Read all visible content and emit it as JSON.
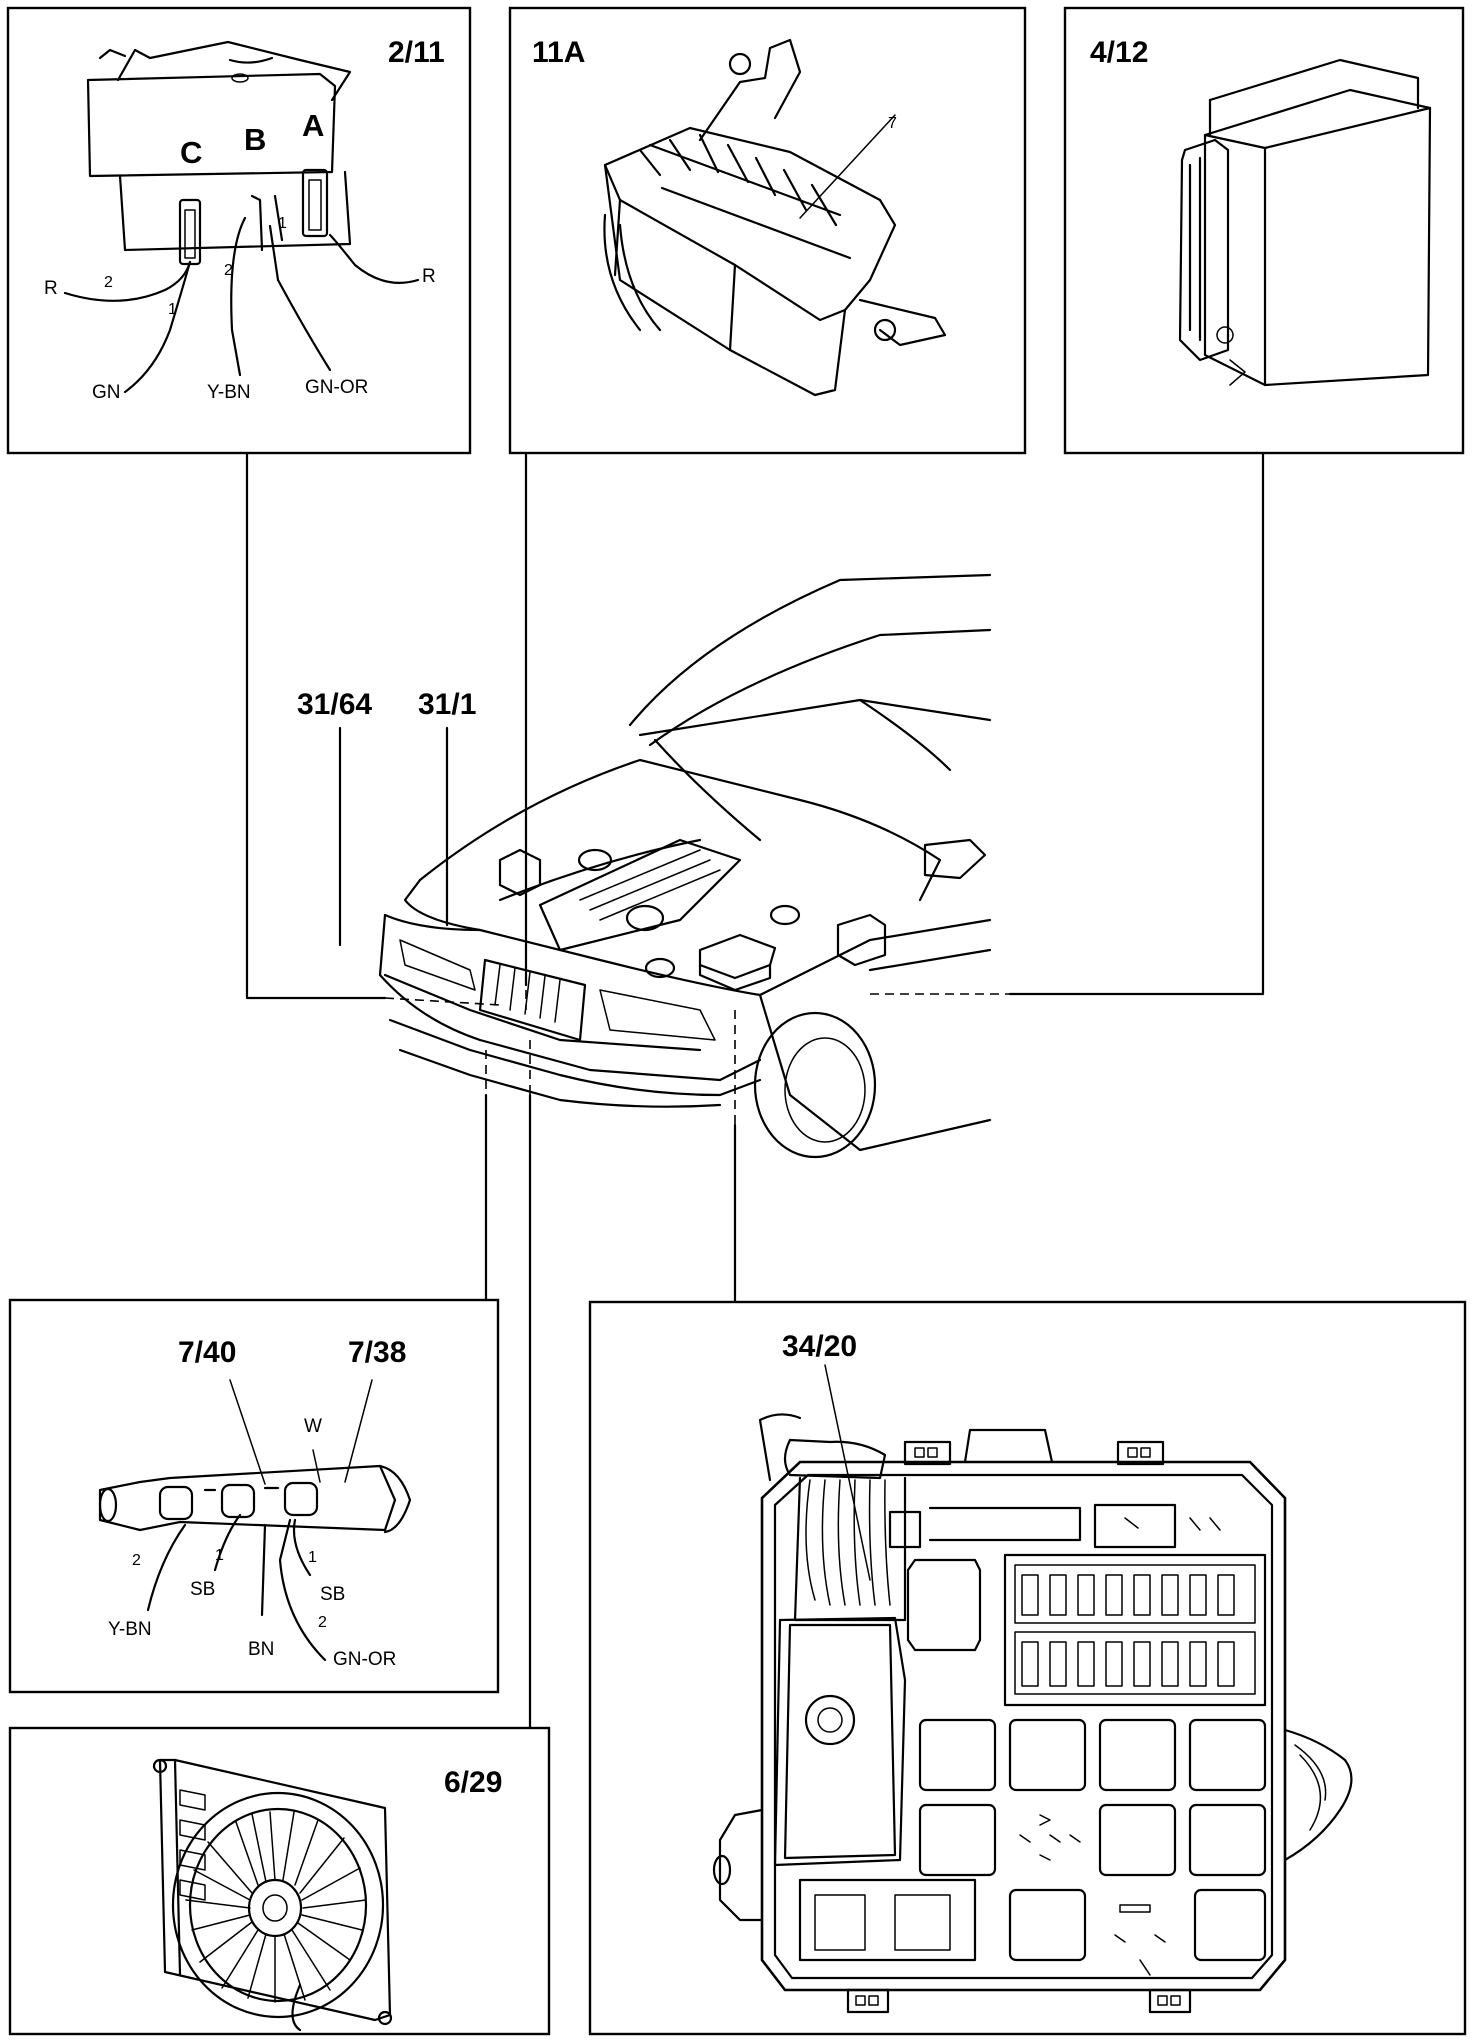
{
  "panels": {
    "relay": {
      "label": "2/11",
      "terminals": [
        "C",
        "B",
        "A"
      ],
      "wires": [
        "R",
        "GN",
        "Y-BN",
        "GN-OR",
        "R"
      ],
      "pins": [
        "2",
        "1",
        "2",
        "1"
      ]
    },
    "fusebox_engine": {
      "label": "11A",
      "callout": "7"
    },
    "control_module": {
      "label": "4/12"
    },
    "car": {
      "labels": [
        "31/64",
        "31/1"
      ]
    },
    "switches": {
      "labels": [
        "7/40",
        "7/38"
      ],
      "wires": [
        "W",
        "Y-BN",
        "SB",
        "BN",
        "SB",
        "GN-OR"
      ],
      "pins": [
        "2",
        "1",
        "1",
        "2"
      ]
    },
    "fan": {
      "label": "6/29"
    },
    "central_electronics": {
      "label": "34/20"
    }
  }
}
